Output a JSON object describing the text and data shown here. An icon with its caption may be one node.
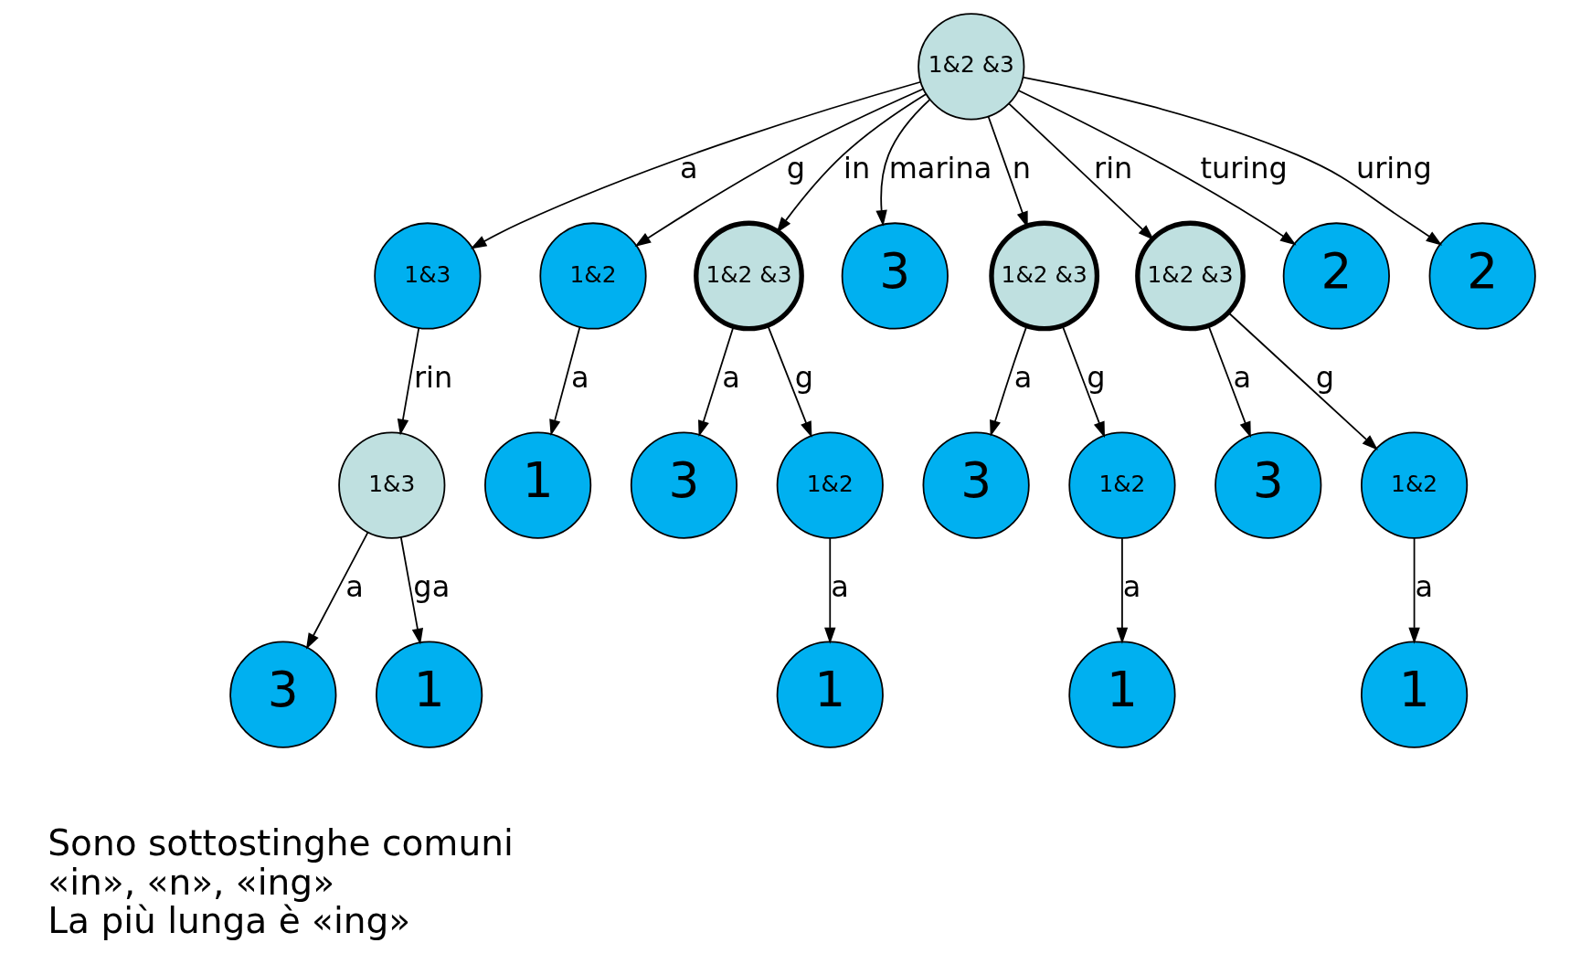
{
  "diagram": {
    "nodes": [
      {
        "text": [
          "1&2 &3"
        ]
      },
      {
        "text": [
          "1&3"
        ]
      },
      {
        "text": [
          "1&3"
        ]
      },
      {
        "text": [
          "3"
        ]
      },
      {
        "text": [
          "1"
        ]
      },
      {
        "text": [
          "1&2"
        ]
      },
      {
        "text": [
          "1"
        ]
      },
      {
        "text": [
          "1&2 &3"
        ]
      },
      {
        "text": [
          "3"
        ]
      },
      {
        "text": [
          "1&2"
        ]
      },
      {
        "text": [
          "1"
        ]
      },
      {
        "text": [
          "3"
        ]
      },
      {
        "text": [
          "1&2 &3"
        ]
      },
      {
        "text": [
          "3"
        ]
      },
      {
        "text": [
          "1&2"
        ]
      },
      {
        "text": [
          "1"
        ]
      },
      {
        "text": [
          "1&2 &3"
        ]
      },
      {
        "text": [
          "3"
        ]
      },
      {
        "text": [
          "1&2"
        ]
      },
      {
        "text": [
          "1"
        ]
      },
      {
        "text": [
          "2"
        ]
      },
      {
        "text": [
          "2"
        ]
      }
    ],
    "edges": [
      {
        "from": 0,
        "to": 1,
        "arrow": "to",
        "label": "a"
      },
      {
        "from": 1,
        "to": 2,
        "arrow": "to",
        "label": "rin"
      },
      {
        "from": 2,
        "to": 3,
        "arrow": "to",
        "label": "a"
      },
      {
        "from": 2,
        "to": 4,
        "arrow": "to",
        "label": "ga"
      },
      {
        "from": 0,
        "to": 5,
        "arrow": "to",
        "label": "g"
      },
      {
        "from": 5,
        "to": 6,
        "arrow": "to",
        "label": "a"
      },
      {
        "from": 0,
        "to": 7,
        "arrow": "to",
        "label": "in"
      },
      {
        "from": 7,
        "to": 8,
        "arrow": "to",
        "label": "a"
      },
      {
        "from": 7,
        "to": 9,
        "arrow": "to",
        "label": "g"
      },
      {
        "from": 9,
        "to": 10,
        "arrow": "to",
        "label": "a"
      },
      {
        "from": 0,
        "to": 11,
        "arrow": "to",
        "label": "marina"
      },
      {
        "from": 0,
        "to": 12,
        "arrow": "to",
        "label": "n"
      },
      {
        "from": 12,
        "to": 13,
        "arrow": "to",
        "label": "a"
      },
      {
        "from": 12,
        "to": 14,
        "arrow": "to",
        "label": "g"
      },
      {
        "from": 14,
        "to": 15,
        "arrow": "to",
        "label": "a"
      },
      {
        "from": 0,
        "to": 16,
        "arrow": "to",
        "label": "rin"
      },
      {
        "from": 16,
        "to": 17,
        "arrow": "to",
        "label": "a"
      },
      {
        "from": 16,
        "to": 18,
        "arrow": "to",
        "label": "g"
      },
      {
        "from": 18,
        "to": 19,
        "arrow": "to",
        "label": "a"
      },
      {
        "from": 0,
        "to": 20,
        "arrow": "to",
        "label": "turing"
      },
      {
        "from": 0,
        "to": 21,
        "arrow": "to",
        "label": "uring"
      }
    ],
    "labels": [
      "Sono sottostinghe comuni",
      "«in», «n», «ing»",
      "La più lunga è «ing»"
    ]
  }
}
